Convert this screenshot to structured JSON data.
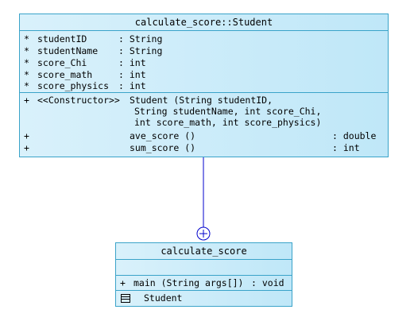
{
  "student_class": {
    "title": "calculate_score::Student",
    "attributes": [
      {
        "visibility": "*",
        "name": "studentID",
        "type": ": String"
      },
      {
        "visibility": "*",
        "name": "studentName",
        "type": ": String"
      },
      {
        "visibility": "*",
        "name": "score_Chi",
        "type": ": int"
      },
      {
        "visibility": "*",
        "name": "score_math",
        "type": ": int"
      },
      {
        "visibility": "*",
        "name": "score_physics",
        "type": ": int"
      }
    ],
    "constructor": {
      "visibility": "+",
      "stereotype": "<<Constructor>>",
      "line1": "Student (String studentID,",
      "line2": "String studentName, int score_Chi,",
      "line3": "int score_math, int score_physics)"
    },
    "methods": [
      {
        "visibility": "+",
        "name": "ave_score ()",
        "type": ": double"
      },
      {
        "visibility": "+",
        "name": "sum_score ()",
        "type": ": int"
      }
    ]
  },
  "main_class": {
    "title": "calculate_score",
    "method": {
      "visibility": "+",
      "signature": "main (String args[])",
      "type": ": void"
    },
    "nested_class": {
      "icon": "nested-class-icon",
      "name": "Student"
    }
  },
  "connector": {
    "type": "nesting",
    "color": "#0000cc",
    "symbol": "circle-plus"
  },
  "colors": {
    "border": "#3aa3c9",
    "fill_light": "#d9f1fb",
    "fill_dark": "#bfe7f8"
  }
}
